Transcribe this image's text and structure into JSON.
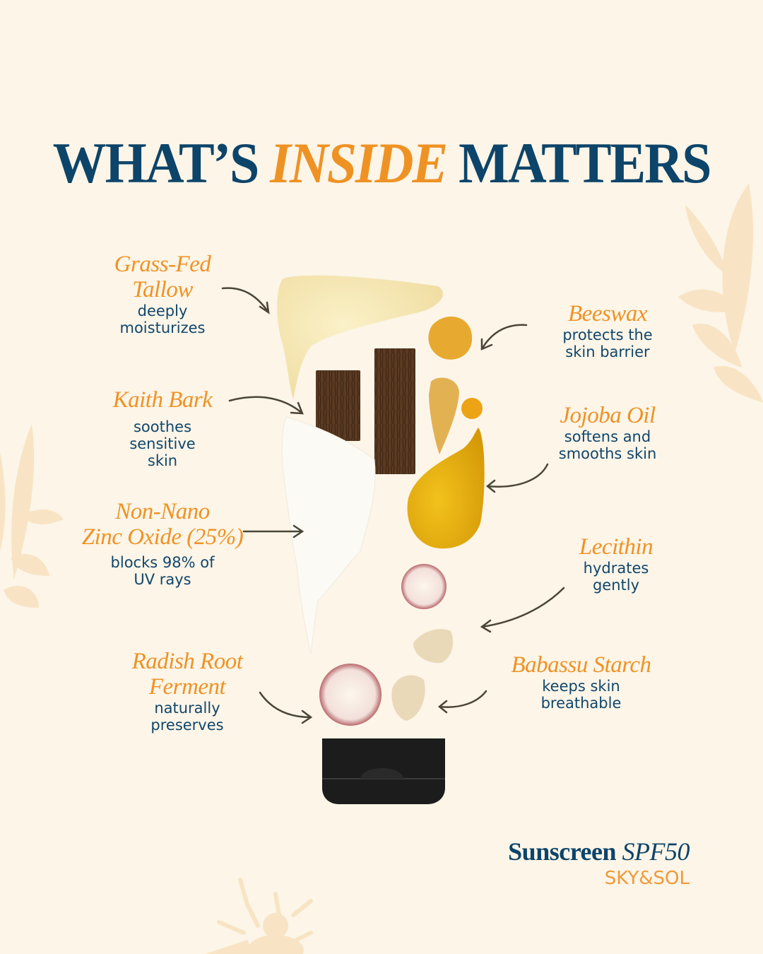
{
  "title": {
    "part1": "WHAT’S",
    "accent": "INSIDE",
    "part2": "MATTERS"
  },
  "colors": {
    "background": "#fcf5e8",
    "navy": "#0d4469",
    "orange": "#ef9224",
    "arrow": "#4a4636"
  },
  "ingredients": [
    {
      "name": "Grass-Fed\nTallow",
      "name_line1": "Grass-Fed",
      "name_line2": "Tallow",
      "desc": "deeply\nmoisturizes"
    },
    {
      "name_line1": "Kaith Bark",
      "desc": "soothes\nsensitive\nskin"
    },
    {
      "name_line1": "Non-Nano",
      "name_line2": "Zinc Oxide (25%)",
      "desc": "blocks 98% of\nUV rays"
    },
    {
      "name_line1": "Radish Root",
      "name_line2": "Ferment",
      "desc": "naturally\npreserves"
    },
    {
      "name_line1": "Beeswax",
      "desc": "protects the\nskin barrier"
    },
    {
      "name_line1": "Jojoba Oil",
      "desc": "softens and\nsmooths skin"
    },
    {
      "name_line1": "Lecithin",
      "desc": "hydrates\ngently"
    },
    {
      "name_line1": "Babassu Starch",
      "desc": "keeps skin\nbreathable"
    }
  ],
  "footer": {
    "product": "Sunscreen",
    "spf": "SPF50",
    "brand": "SKY&SOL"
  }
}
